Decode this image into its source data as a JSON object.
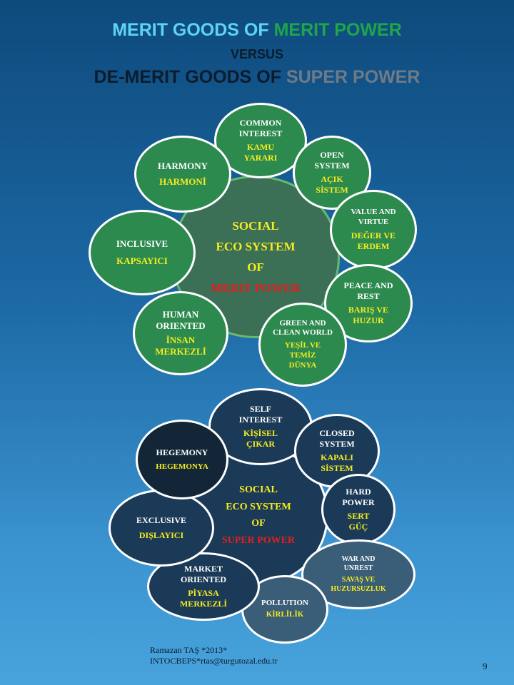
{
  "title": {
    "line1_part1": "MERIT GOODS OF ",
    "line1_part2": "MERIT POWER",
    "line2": "VERSUS",
    "line3_part1": "DE-MERIT GOODS OF ",
    "line3_part2": "SUPER POWER"
  },
  "merit": {
    "center": [
      "SOCIAL",
      "ECO SYSTEM",
      "OF",
      "MERIT POWER"
    ],
    "nodes": [
      {
        "en": "COMMON INTEREST",
        "tr": "KAMU YARARI"
      },
      {
        "en": "OPEN SYSTEM",
        "tr": "AÇIK SİSTEM"
      },
      {
        "en": "VALUE AND VIRTUE",
        "tr": "DEĞER VE ERDEM"
      },
      {
        "en": "PEACE AND REST",
        "tr": "BARIŞ VE HUZUR"
      },
      {
        "en": "GREEN AND CLEAN WORLD",
        "tr": "YEŞİL VE TEMİZ DÜNYA"
      },
      {
        "en": "HUMAN ORIENTED",
        "tr": "İNSAN MERKEZLİ"
      },
      {
        "en": "INCLUSIVE",
        "tr": "KAPSAYICI"
      },
      {
        "en": "HARMONY",
        "tr": "HARMONİ"
      }
    ]
  },
  "demerit": {
    "center": [
      "SOCIAL",
      "ECO SYSTEM",
      "OF",
      "SUPER POWER"
    ],
    "nodes": [
      {
        "en": "SELF INTEREST",
        "tr": "KİŞİSEL ÇIKAR"
      },
      {
        "en": "CLOSED SYSTEM",
        "tr": "KAPALI SİSTEM"
      },
      {
        "en": "HARD POWER",
        "tr": "SERT GÜÇ"
      },
      {
        "en": "WAR AND UNREST",
        "tr": "SAVAŞ VE HUZURSUZLUK"
      },
      {
        "en": "POLLUTION",
        "tr": "KİRLİLİK"
      },
      {
        "en": "MARKET ORIENTED",
        "tr": "PİYASA MERKEZLİ"
      },
      {
        "en": "EXCLUSIVE",
        "tr": "DIŞLAYICI"
      },
      {
        "en": "HEGEMONY",
        "tr": "HEGEMONYA"
      }
    ]
  },
  "footer": {
    "line1": "Ramazan TAŞ *2013*",
    "line2": "INTOCBEPS*rtas@turgutozal.edu.tr",
    "page": "9"
  },
  "colors": {
    "background_top": "#0e4a7c",
    "background_bottom": "#48a3dc",
    "merit_circle": "#2d8a4f",
    "demerit_circle": "#1b3a57",
    "english_text": "#ffffff",
    "turkish_text": "#f6ec1f",
    "power_label": "#e02020"
  }
}
